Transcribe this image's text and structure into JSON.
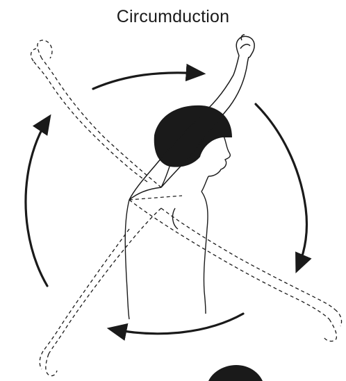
{
  "diagram": {
    "title": "Circumduction",
    "colors": {
      "ink": "#1a1a1a",
      "background": "#ffffff"
    },
    "arrows": [
      {
        "label": "",
        "direction": "clockwise",
        "position": "top"
      },
      {
        "label": "",
        "direction": "clockwise",
        "position": "right"
      },
      {
        "label": "",
        "direction": "clockwise",
        "position": "bottom"
      },
      {
        "label": "",
        "direction": "clockwise",
        "position": "left"
      }
    ],
    "figure": {
      "solid_arm_position": "raised-overhead",
      "dashed_arm_positions": [
        "raised-diagonal-left",
        "lowered-diagonal-right",
        "lowered-diagonal-left"
      ]
    }
  }
}
